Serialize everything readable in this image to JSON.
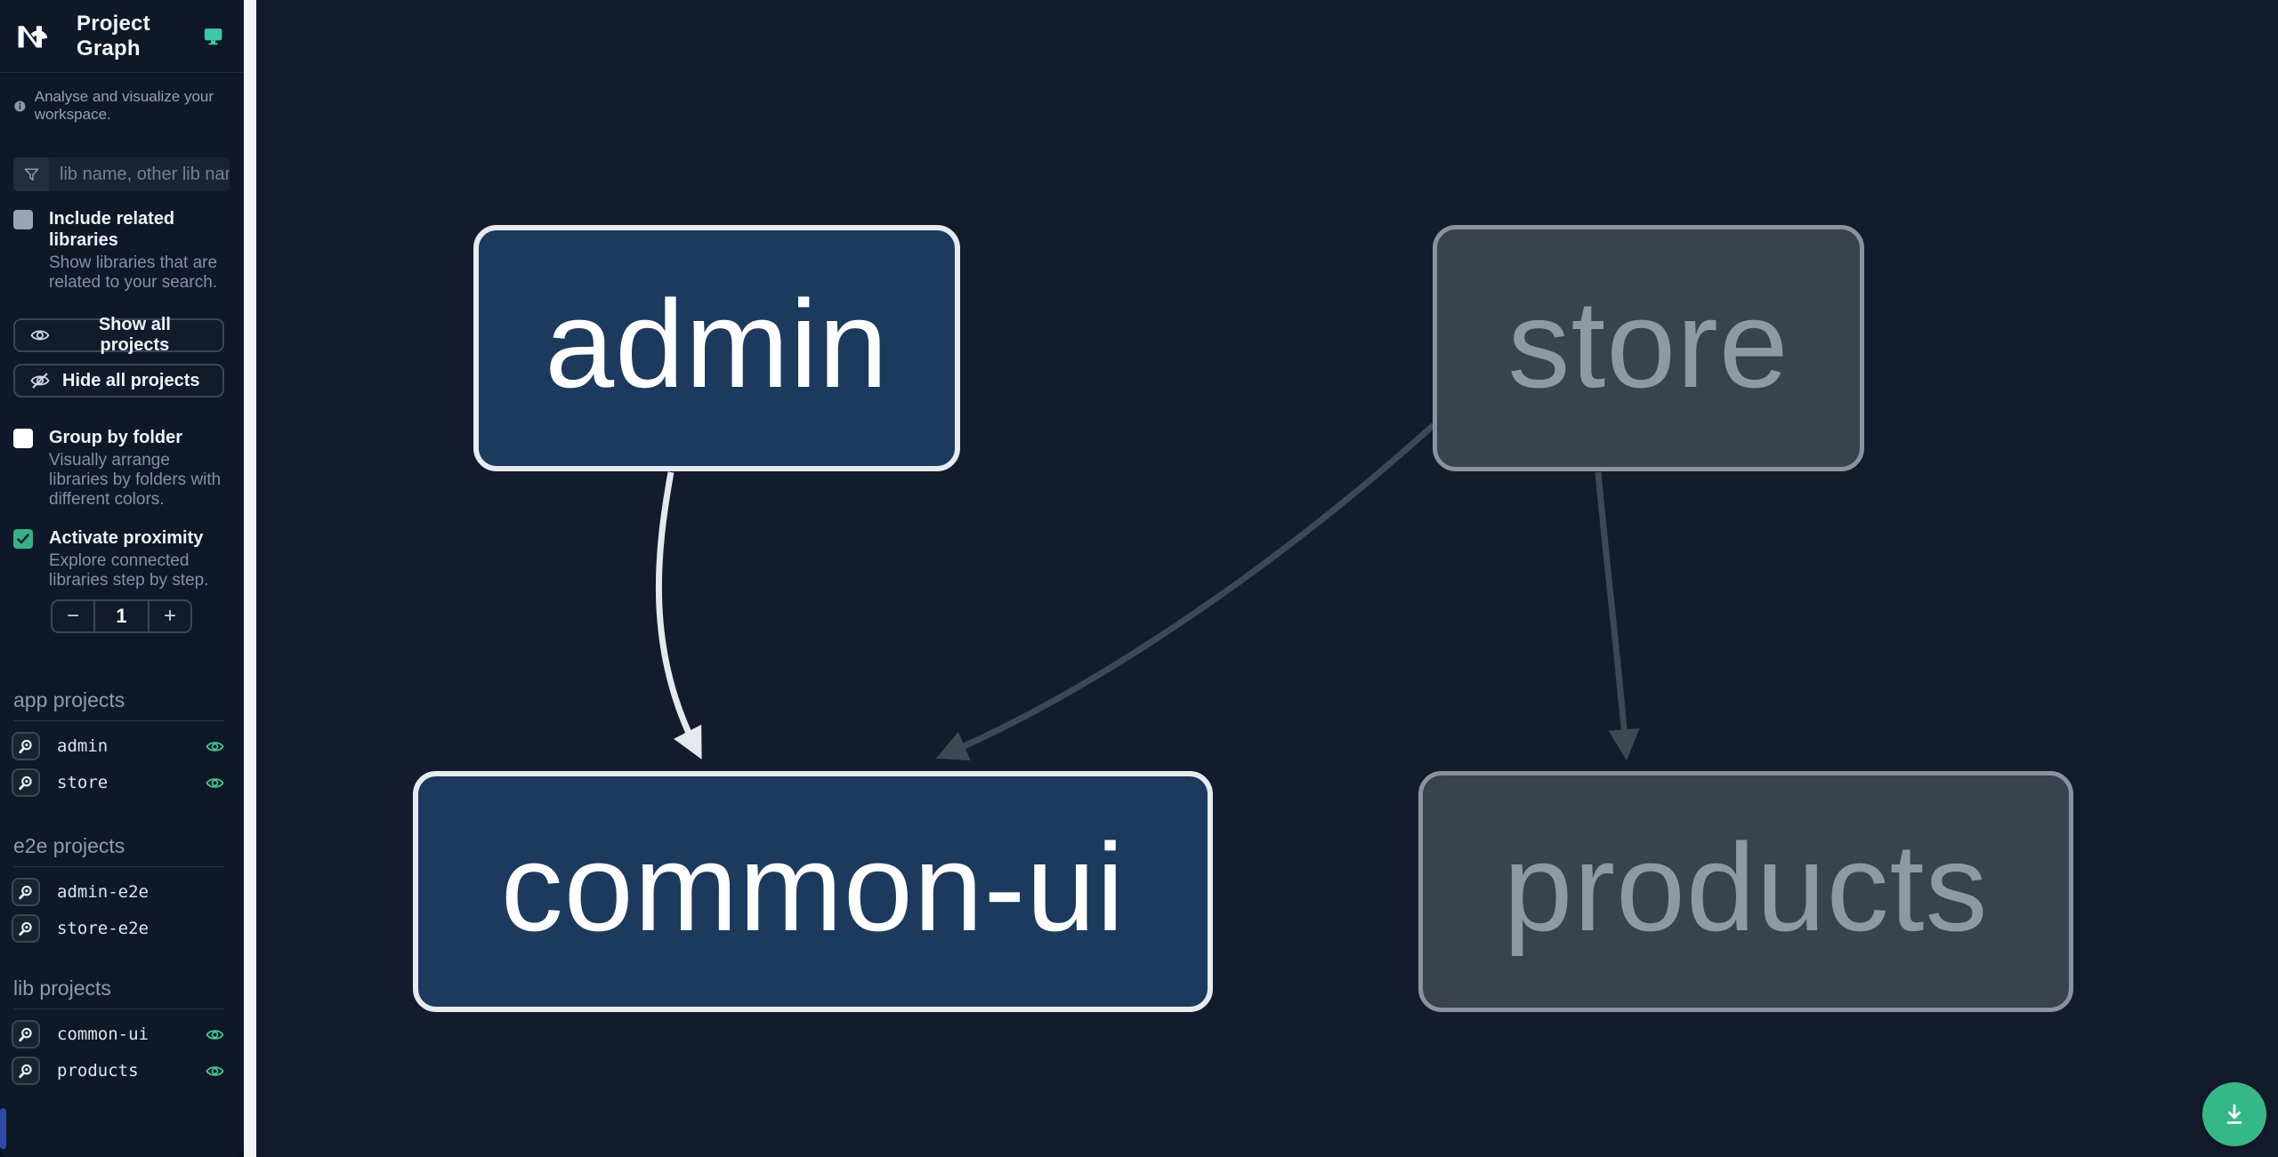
{
  "header": {
    "app_title": "Project Graph",
    "tagline": "Analyse and visualize your workspace."
  },
  "search": {
    "placeholder": "lib name, other lib name",
    "value": ""
  },
  "controls": {
    "include_related": {
      "label": "Include related libraries",
      "description": "Show libraries that are related to your search.",
      "checked": false
    },
    "show_all": {
      "label": "Show all projects"
    },
    "hide_all": {
      "label": "Hide all projects"
    },
    "group_by_folder": {
      "label": "Group by folder",
      "description": "Visually arrange libraries by folders with different colors.",
      "checked": false
    },
    "activate_proximity": {
      "label": "Activate proximity",
      "description": "Explore connected libraries step by step.",
      "checked": true
    },
    "proximity_stepper": {
      "decrement_label": "−",
      "value": "1",
      "increment_label": "+"
    }
  },
  "project_sections": [
    {
      "heading": "app projects",
      "items": [
        {
          "name": "admin",
          "visible_in_graph": true
        },
        {
          "name": "store",
          "visible_in_graph": true
        }
      ]
    },
    {
      "heading": "e2e projects",
      "items": [
        {
          "name": "admin-e2e",
          "visible_in_graph": false
        },
        {
          "name": "store-e2e",
          "visible_in_graph": false
        }
      ]
    },
    {
      "heading": "lib projects",
      "items": [
        {
          "name": "common-ui",
          "visible_in_graph": true
        },
        {
          "name": "products",
          "visible_in_graph": true
        }
      ]
    }
  ],
  "graph": {
    "nodes": [
      {
        "id": "admin",
        "label": "admin",
        "style": "highlighted"
      },
      {
        "id": "store",
        "label": "store",
        "style": "dimmed"
      },
      {
        "id": "common-ui",
        "label": "common-ui",
        "style": "highlighted"
      },
      {
        "id": "products",
        "label": "products",
        "style": "dimmed"
      }
    ],
    "edges": [
      {
        "source": "admin",
        "target": "common-ui",
        "style": "highlighted"
      },
      {
        "source": "store",
        "target": "common-ui",
        "style": "dimmed"
      },
      {
        "source": "store",
        "target": "products",
        "style": "dimmed"
      }
    ]
  },
  "fab": {
    "icon": "download"
  },
  "colors": {
    "accent_green": "#36b286",
    "fab_green": "#35b887",
    "eye_green": "#3ec690",
    "monitor_teal": "#3fc9a6",
    "node_highlight_fill": "#1c3a5e",
    "node_highlight_border": "#e7eaee",
    "node_dim_fill": "#3a4250",
    "node_dim_border": "#8b919d",
    "node_dim_text": "#9098a4",
    "edge_highlight": "#e5e8ec",
    "edge_dim": "#3f4755",
    "sidebar_bg": "#0f1828",
    "canvas_bg": "#141b2d"
  }
}
